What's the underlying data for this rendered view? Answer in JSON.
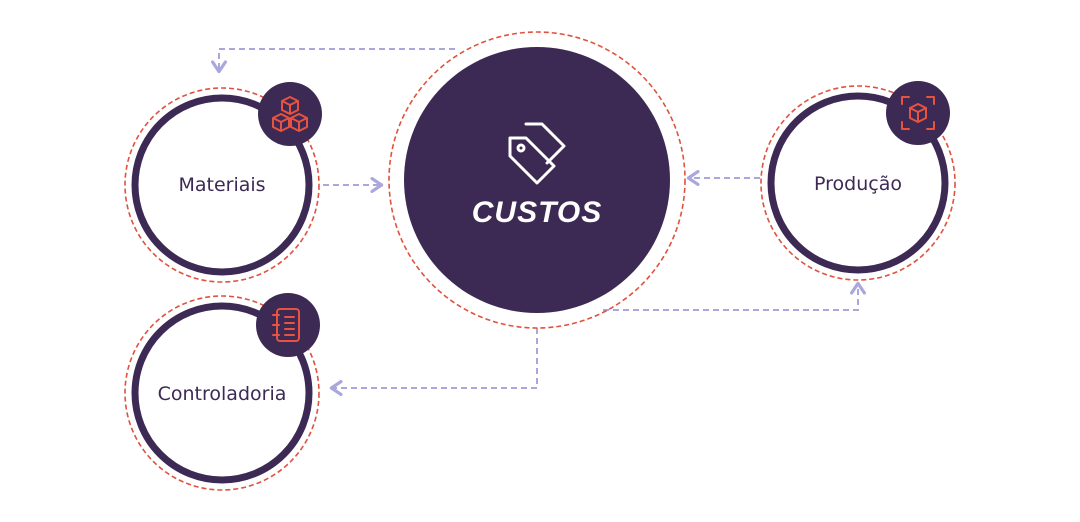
{
  "hub": {
    "label": "CUSTOS",
    "icon": "price-tags-icon"
  },
  "nodes": {
    "materiais": {
      "label": "Materiais",
      "icon": "cubes-icon"
    },
    "producao": {
      "label": "Produção",
      "icon": "scan-box-icon"
    },
    "controladoria": {
      "label": "Controladoria",
      "icon": "notebook-icon"
    }
  },
  "colors": {
    "dark_purple": "#3d2a54",
    "dashed_red": "#e0523e",
    "arrow_lavender": "#a9a7dc",
    "icon_red": "#e8533f",
    "background": "#ffffff"
  }
}
